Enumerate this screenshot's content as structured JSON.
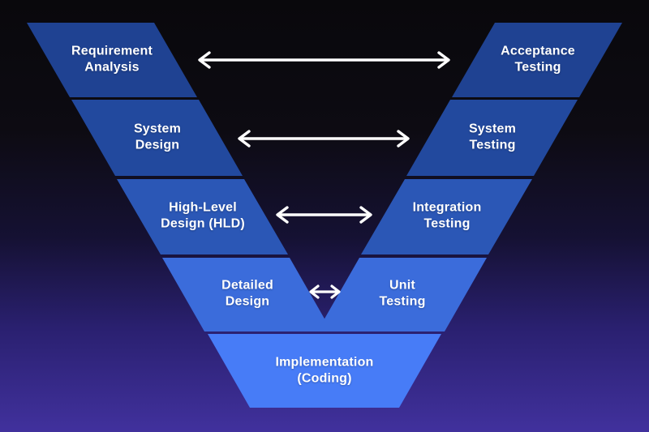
{
  "v_model": {
    "title": "V-Model software development lifecycle diagram",
    "left_column": [
      {
        "id": "requirement-analysis",
        "label": "Requirement\nAnalysis",
        "color": "#1f4292"
      },
      {
        "id": "system-design",
        "label": "System\nDesign",
        "color": "#22499e"
      },
      {
        "id": "high-level-design",
        "label": "High-Level\nDesign (HLD)",
        "color": "#2b57b6"
      },
      {
        "id": "detailed-design",
        "label": "Detailed\nDesign",
        "color": "#3b6cdb"
      }
    ],
    "right_column": [
      {
        "id": "acceptance-testing",
        "label": "Acceptance\nTesting",
        "color": "#1f4292"
      },
      {
        "id": "system-testing",
        "label": "System\nTesting",
        "color": "#22499e"
      },
      {
        "id": "integration-testing",
        "label": "Integration\nTesting",
        "color": "#2b57b6"
      },
      {
        "id": "unit-testing",
        "label": "Unit\nTesting",
        "color": "#3b6cdb"
      }
    ],
    "bottom": {
      "id": "implementation",
      "label": "Implementation\n(Coding)",
      "color": "#477cf7"
    },
    "arrow_color": "#ffffff",
    "background": {
      "top": "#09080c",
      "bottom": "#41319d"
    }
  }
}
